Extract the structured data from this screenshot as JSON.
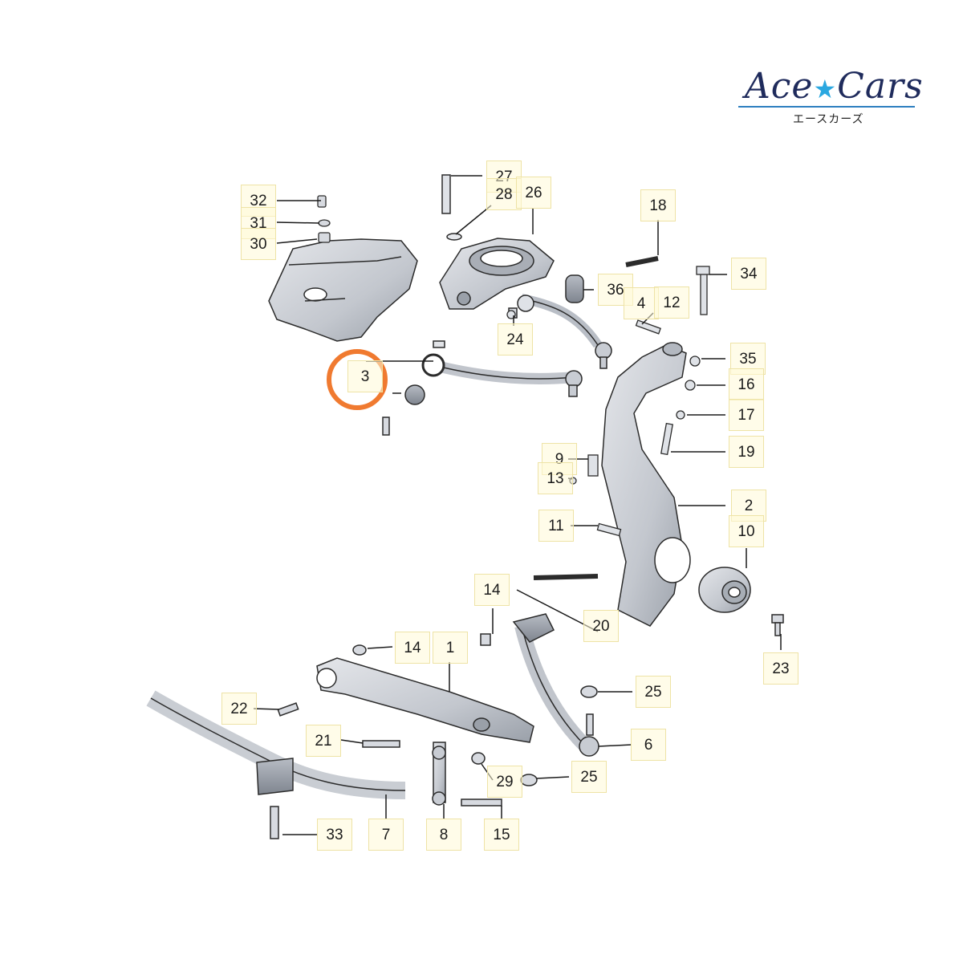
{
  "logo": {
    "brand_left": "Ace",
    "brand_right": "Cars",
    "subtitle": "エースカーズ"
  },
  "callouts": {
    "c32": "32",
    "c31": "31",
    "c30": "30",
    "c27": "27",
    "c28": "28",
    "c26": "26",
    "c18": "18",
    "c34": "34",
    "c36": "36",
    "c4": "4",
    "c12": "12",
    "c24": "24",
    "c35": "35",
    "c16": "16",
    "c17": "17",
    "c19": "19",
    "c3": "3",
    "c9": "9",
    "c13": "13",
    "c2": "2",
    "c11": "11",
    "c10": "10",
    "c14a": "14",
    "c20": "20",
    "c23": "23",
    "c14b": "14",
    "c1": "1",
    "c22": "22",
    "c25a": "25",
    "c6": "6",
    "c21": "21",
    "c29": "29",
    "c25b": "25",
    "c33": "33",
    "c7": "7",
    "c8": "8",
    "c15": "15"
  },
  "colors": {
    "part_fill": "#cfd2d8",
    "part_shade": "#8d929c",
    "outline": "#2b2b2b",
    "highlight_circle": "#f07a30",
    "logo_blue": "#2d7fc0"
  }
}
